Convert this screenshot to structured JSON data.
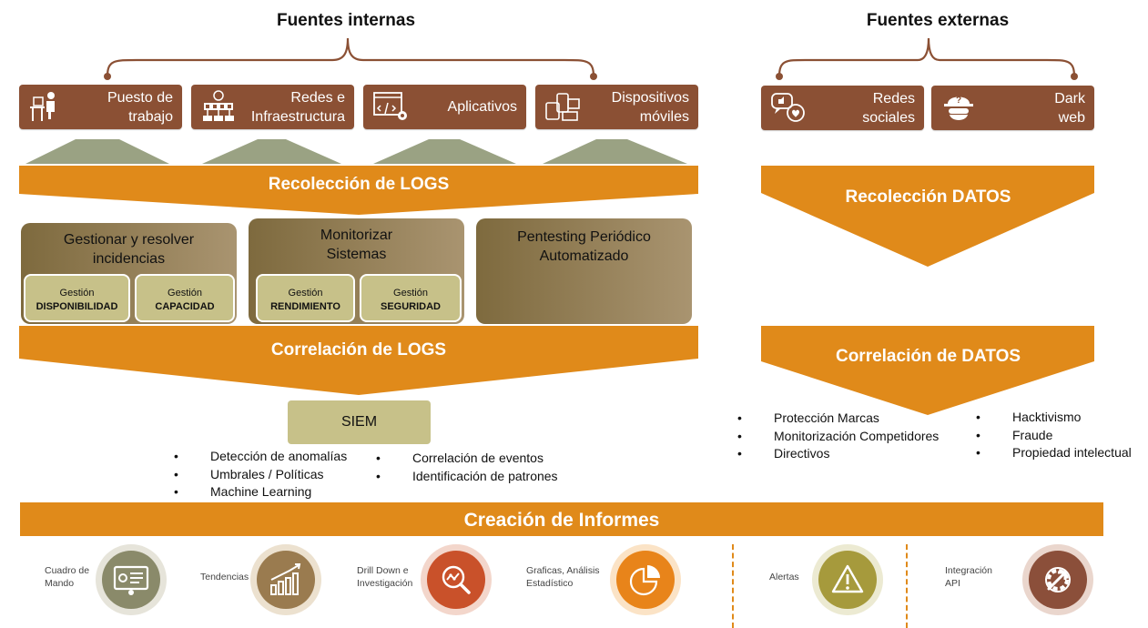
{
  "internal": {
    "title": "Fuentes internas",
    "sources": [
      {
        "label": "Puesto de trabajo",
        "line1": "Puesto de",
        "line2": "trabajo",
        "icon": "worker-desk-icon"
      },
      {
        "label": "Redes e Infraestructura",
        "line1": "Redes e",
        "line2": "Infraestructura",
        "icon": "network-infrastructure-icon"
      },
      {
        "label": "Aplicativos",
        "line1": "Aplicativos",
        "line2": "",
        "icon": "application-code-icon"
      },
      {
        "label": "Dispositivos móviles",
        "line1": "Dispositivos",
        "line2": "móviles",
        "icon": "mobile-devices-icon"
      }
    ],
    "collection": "Recolección de LOGS",
    "management": [
      {
        "title_l1": "Gestionar y resolver",
        "title_l2": "incidencias",
        "subs": [
          {
            "l1": "Gestión",
            "l2": "DISPONIBILIDAD"
          },
          {
            "l1": "Gestión",
            "l2": "CAPACIDAD"
          }
        ]
      },
      {
        "title_l1": "Monitorizar",
        "title_l2": "Sistemas",
        "subs": [
          {
            "l1": "Gestión",
            "l2": "RENDIMIENTO"
          },
          {
            "l1": "Gestión",
            "l2": "SEGURIDAD"
          }
        ]
      },
      {
        "title_l1": "Pentesting Periódico",
        "title_l2": "Automatizado",
        "subs": []
      }
    ],
    "correlation": "Correlación de LOGS",
    "siem": {
      "label": "SIEM",
      "bullets_left": [
        "Detección de anomalías",
        "Umbrales / Políticas",
        "Machine Learning"
      ],
      "bullets_right": [
        "Correlación de eventos",
        "Identificación de patrones"
      ]
    }
  },
  "external": {
    "title": "Fuentes externas",
    "sources": [
      {
        "line1": "Redes",
        "line2": "sociales",
        "icon": "social-networks-icon"
      },
      {
        "line1": "Dark",
        "line2": "web",
        "icon": "spy-hacker-icon"
      }
    ],
    "collection": "Recolección DATOS",
    "correlation": "Correlación de DATOS",
    "bullets_left": [
      "Protección Marcas",
      "Monitorización Competidores",
      "Directivos"
    ],
    "bullets_right": [
      "Hacktivismo",
      "Fraude",
      "Propiedad intelectual"
    ]
  },
  "reports": {
    "title": "Creación de Informes",
    "tools": [
      {
        "l1": "Cuadro de",
        "l2": "Mando",
        "icon": "dashboard-icon",
        "color": "#8a8a6a"
      },
      {
        "l1": "Tendencias",
        "l2": "",
        "icon": "trend-chart-icon",
        "color": "#9a7b4f"
      },
      {
        "l1": "Drill Down e",
        "l2": "Investigación",
        "icon": "magnify-analysis-icon",
        "color": "#c9512a"
      },
      {
        "l1": "Graficas, Análisis",
        "l2": "Estadístico",
        "icon": "pie-chart-icon",
        "color": "#e8841a"
      },
      {
        "l1": "Alertas",
        "l2": "",
        "icon": "alert-triangle-icon",
        "color": "#a69a3c"
      },
      {
        "l1": "Integración",
        "l2": "API",
        "icon": "api-gear-icon",
        "color": "#8b4f3a"
      }
    ]
  },
  "colors": {
    "brown": "#8b5034",
    "orange": "#e08a1a",
    "sage": "#9aa283",
    "siem": "#c7c189"
  }
}
